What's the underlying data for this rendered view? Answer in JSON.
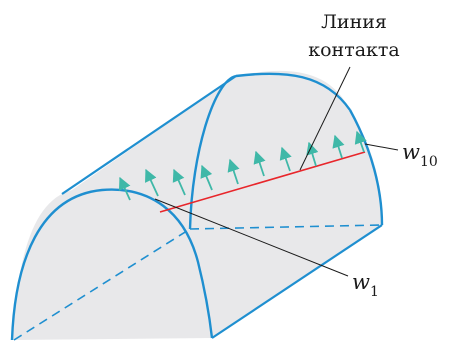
{
  "labels": {
    "contact_line_line1": "Линия",
    "contact_line_line2": "контакта",
    "w_first_base": "w",
    "w_first_sub": "1",
    "w_last_base": "w",
    "w_last_sub": "10"
  },
  "colors": {
    "surface_fill": "#e8e8ea",
    "edge_blue": "#1f8fd0",
    "contact_line_red": "#e8262b",
    "arrow_teal": "#3fb8a8",
    "leader": "#1a1a1a"
  },
  "arrow_count": 10
}
